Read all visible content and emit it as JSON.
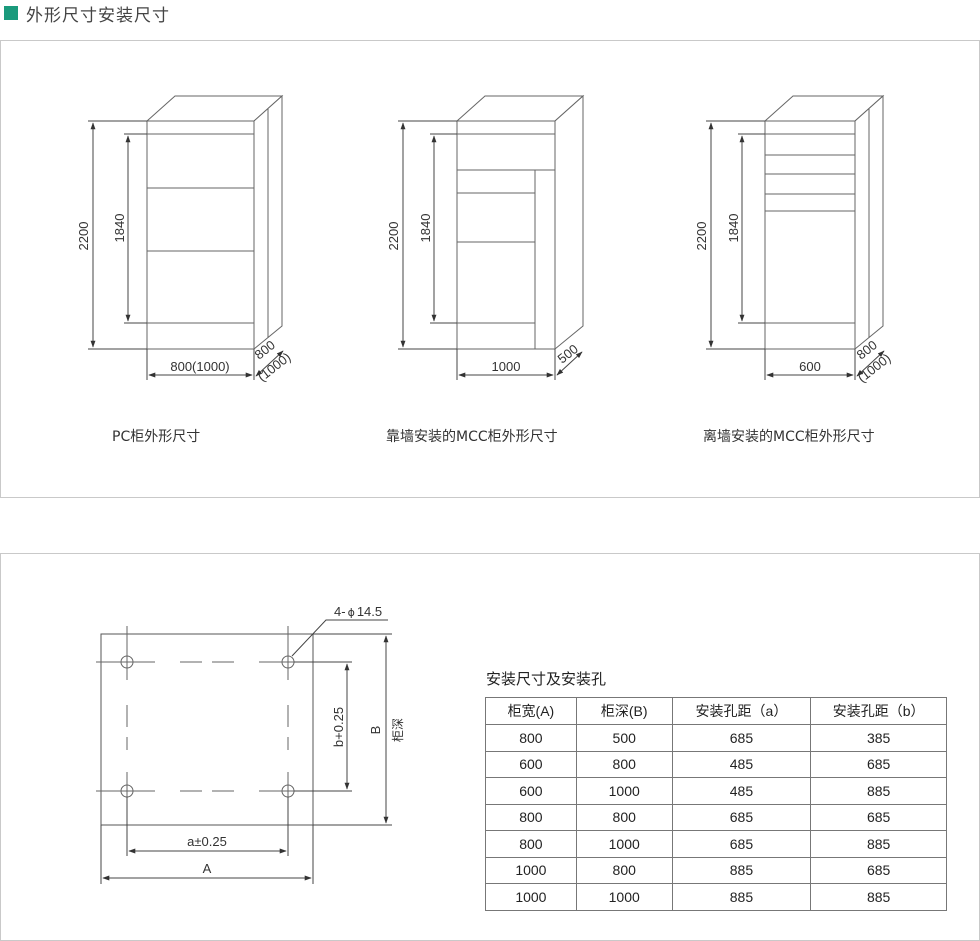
{
  "header": {
    "title": "外形尺寸安装尺寸",
    "accent_color": "#1a9a7c"
  },
  "cabinets": {
    "pc": {
      "caption": "PC柜外形尺寸",
      "height_total": "2200",
      "height_inner": "1840",
      "width": "800(1000)",
      "depth": "800",
      "depth_alt": "(1000)"
    },
    "mcc_wall": {
      "caption": "靠墙安装的MCC柜外形尺寸",
      "height_total": "2200",
      "height_inner": "1840",
      "width": "1000",
      "depth": "500"
    },
    "mcc_free": {
      "caption": "离墙安装的MCC柜外形尺寸",
      "height_total": "2200",
      "height_inner": "1840",
      "width": "600",
      "depth": "800",
      "depth_alt": "(1000)"
    }
  },
  "mounting": {
    "hole_label": "4-",
    "hole_symbol": "ϕ",
    "hole_size": "14.5",
    "label_b_tol": "b+0.25",
    "label_B": "B",
    "label_depth": "柜深",
    "label_a_tol": "a±0.25",
    "label_A": "A"
  },
  "table": {
    "title": "安装尺寸及安装孔",
    "headers": [
      "柜宽(A)",
      "柜深(B)",
      "安装孔距（a）",
      "安装孔距（b）"
    ],
    "rows": [
      [
        "800",
        "500",
        "685",
        "385"
      ],
      [
        "600",
        "800",
        "485",
        "685"
      ],
      [
        "600",
        "1000",
        "485",
        "885"
      ],
      [
        "800",
        "800",
        "685",
        "685"
      ],
      [
        "800",
        "1000",
        "685",
        "885"
      ],
      [
        "1000",
        "800",
        "885",
        "685"
      ],
      [
        "1000",
        "1000",
        "885",
        "885"
      ]
    ]
  }
}
